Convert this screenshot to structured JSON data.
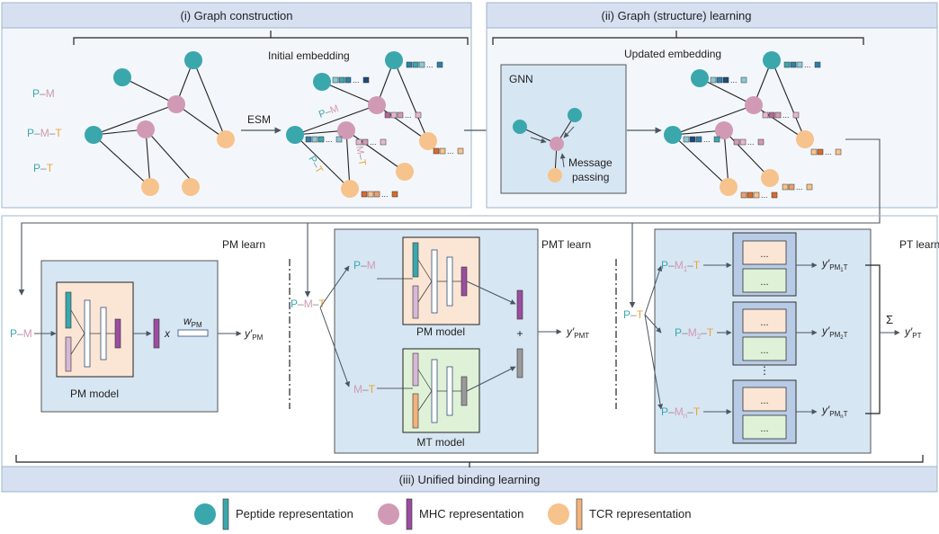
{
  "colors": {
    "peptide": "#3aa7ad",
    "mhc": "#d19ab4",
    "tcr": "#f7c38c",
    "panel_fill": "#edf3fa",
    "panel_stroke": "#9db6cc",
    "header_fill": "#d7e0f1",
    "box_fill": "#d7e6f3",
    "pm_box": "#fbe5d4",
    "mt_box": "#dff2d8",
    "pt_box": "#b8cbe6",
    "p_text": "#3aa7ad",
    "m_text": "#d19ab4",
    "t_text": "#e9a533",
    "arrow": "#4a5560"
  },
  "section1": {
    "title": "(i) Graph construction",
    "initial_embedding": "Initial embedding",
    "esm": "ESM",
    "legend_pm": [
      "P",
      "–",
      "M"
    ],
    "legend_pmt": [
      "P",
      "–",
      "M",
      "–",
      "T"
    ],
    "legend_pt": [
      "P",
      "–",
      "T"
    ],
    "edge_pm": "P–M",
    "edge_mt": "M–T",
    "edge_pt": "P–T"
  },
  "section2": {
    "title": "(ii) Graph (structure) learning",
    "updated_embedding": "Updated embedding",
    "gnn": "GNN",
    "message": "Message",
    "passing": "passing"
  },
  "section3": {
    "title": "(iii) Unified binding learning",
    "pm_learn": "PM learn",
    "pmt_learn": "PMT learn",
    "pt_learn": "PT learn",
    "pm_model": "PM model",
    "mt_model": "MT model",
    "x_label": "x",
    "w_label": "w",
    "w_sub": "PM",
    "y_label": "y′",
    "y_pm_sub": "PM",
    "y_pmt_sub": "PMT",
    "y_pt_sub": "PT",
    "plus": "+",
    "sigma": "Σ",
    "dots": "...",
    "vdots": "⋮",
    "m1": "M",
    "m1_sub": "1",
    "m2": "M",
    "m2_sub": "2",
    "mn": "M",
    "mn_sub": "n",
    "y_pm1_sub": "PM",
    "y_pm1_subsub": "1",
    "y_pm2_sub": "PM",
    "y_pm2_subsub": "2",
    "y_pmn_sub": "PM",
    "y_pmn_subsub": "n",
    "t_sub": "T"
  },
  "legend": {
    "peptide": "Peptide representation",
    "mhc": "MHC representation",
    "tcr": "TCR representation"
  }
}
